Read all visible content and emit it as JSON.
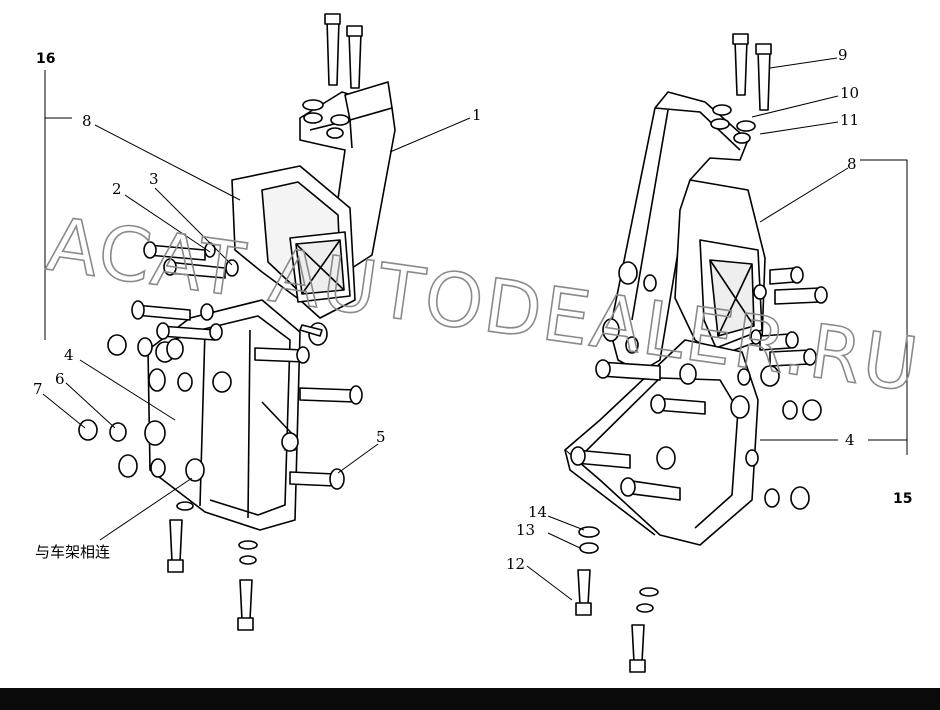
{
  "callouts_left": {
    "c16": "16",
    "c8": "8",
    "c1": "1",
    "c2": "2",
    "c3": "3",
    "c4": "4",
    "c6": "6",
    "c7": "7",
    "c5": "5"
  },
  "callouts_right": {
    "c9": "9",
    "c10": "10",
    "c11": "11",
    "c8": "8",
    "c4": "4",
    "c15": "15",
    "c14": "14",
    "c13": "13",
    "c12": "12"
  },
  "note_text": "与车架相连",
  "watermark": "ACAT AUTODEALER.RU",
  "colors": {
    "line": "#000000",
    "background": "#ffffff",
    "bottom_bar": "#0a0a0a",
    "watermark": "#8a8a8a"
  }
}
